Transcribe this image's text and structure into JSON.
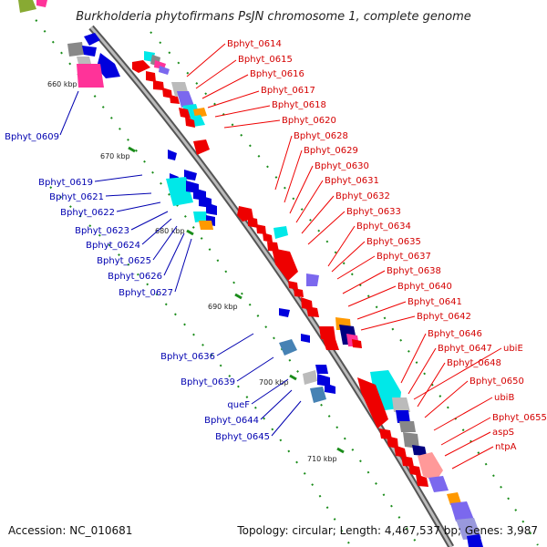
{
  "title": "Burkholderia phytofirmans PsJN chromosome 1, complete genome",
  "footer": {
    "accession": "Accession: NC_010681",
    "summary": "Topology: circular; Length: 4,467,537 bp; Genes: 3,987"
  },
  "ticks": [
    "660 kbp",
    "670 kbp",
    "680 kbp",
    "690 kbp",
    "700 kbp",
    "710 kbp"
  ],
  "colors": {
    "red": "#ee0000",
    "blue": "#0000dd",
    "cyan": "#00e8e8",
    "pink": "#ff3399",
    "grey": "#888888",
    "navy": "#000080",
    "orange": "#ff9900",
    "purple": "#7b68ee",
    "green": "#1a8c1a",
    "label_red": "#d40000",
    "label_blue": "#0000b0"
  },
  "labels_right": [
    "Bphyt_0614",
    "Bphyt_0615",
    "Bphyt_0616",
    "Bphyt_0617",
    "Bphyt_0618",
    "Bphyt_0620",
    "Bphyt_0628",
    "Bphyt_0629",
    "Bphyt_0630",
    "Bphyt_0631",
    "Bphyt_0632",
    "Bphyt_0633",
    "Bphyt_0634",
    "Bphyt_0635",
    "Bphyt_0637",
    "Bphyt_0638",
    "Bphyt_0640",
    "Bphyt_0641",
    "Bphyt_0642",
    "Bphyt_0646",
    "Bphyt_0647",
    "ubiE",
    "Bphyt_0648",
    "Bphyt_0650",
    "ubiB",
    "Bphyt_0655",
    "aspS",
    "ntpA"
  ],
  "labels_left": [
    "Bphyt_0609",
    "Bphyt_0619",
    "Bphyt_0621",
    "Bphyt_0622",
    "Bphyt_0623",
    "Bphyt_0624",
    "Bphyt_0625",
    "Bphyt_0626",
    "Bphyt_0627",
    "Bphyt_0636",
    "Bphyt_0639",
    "queF",
    "Bphyt_0644",
    "Bphyt_0645"
  ]
}
